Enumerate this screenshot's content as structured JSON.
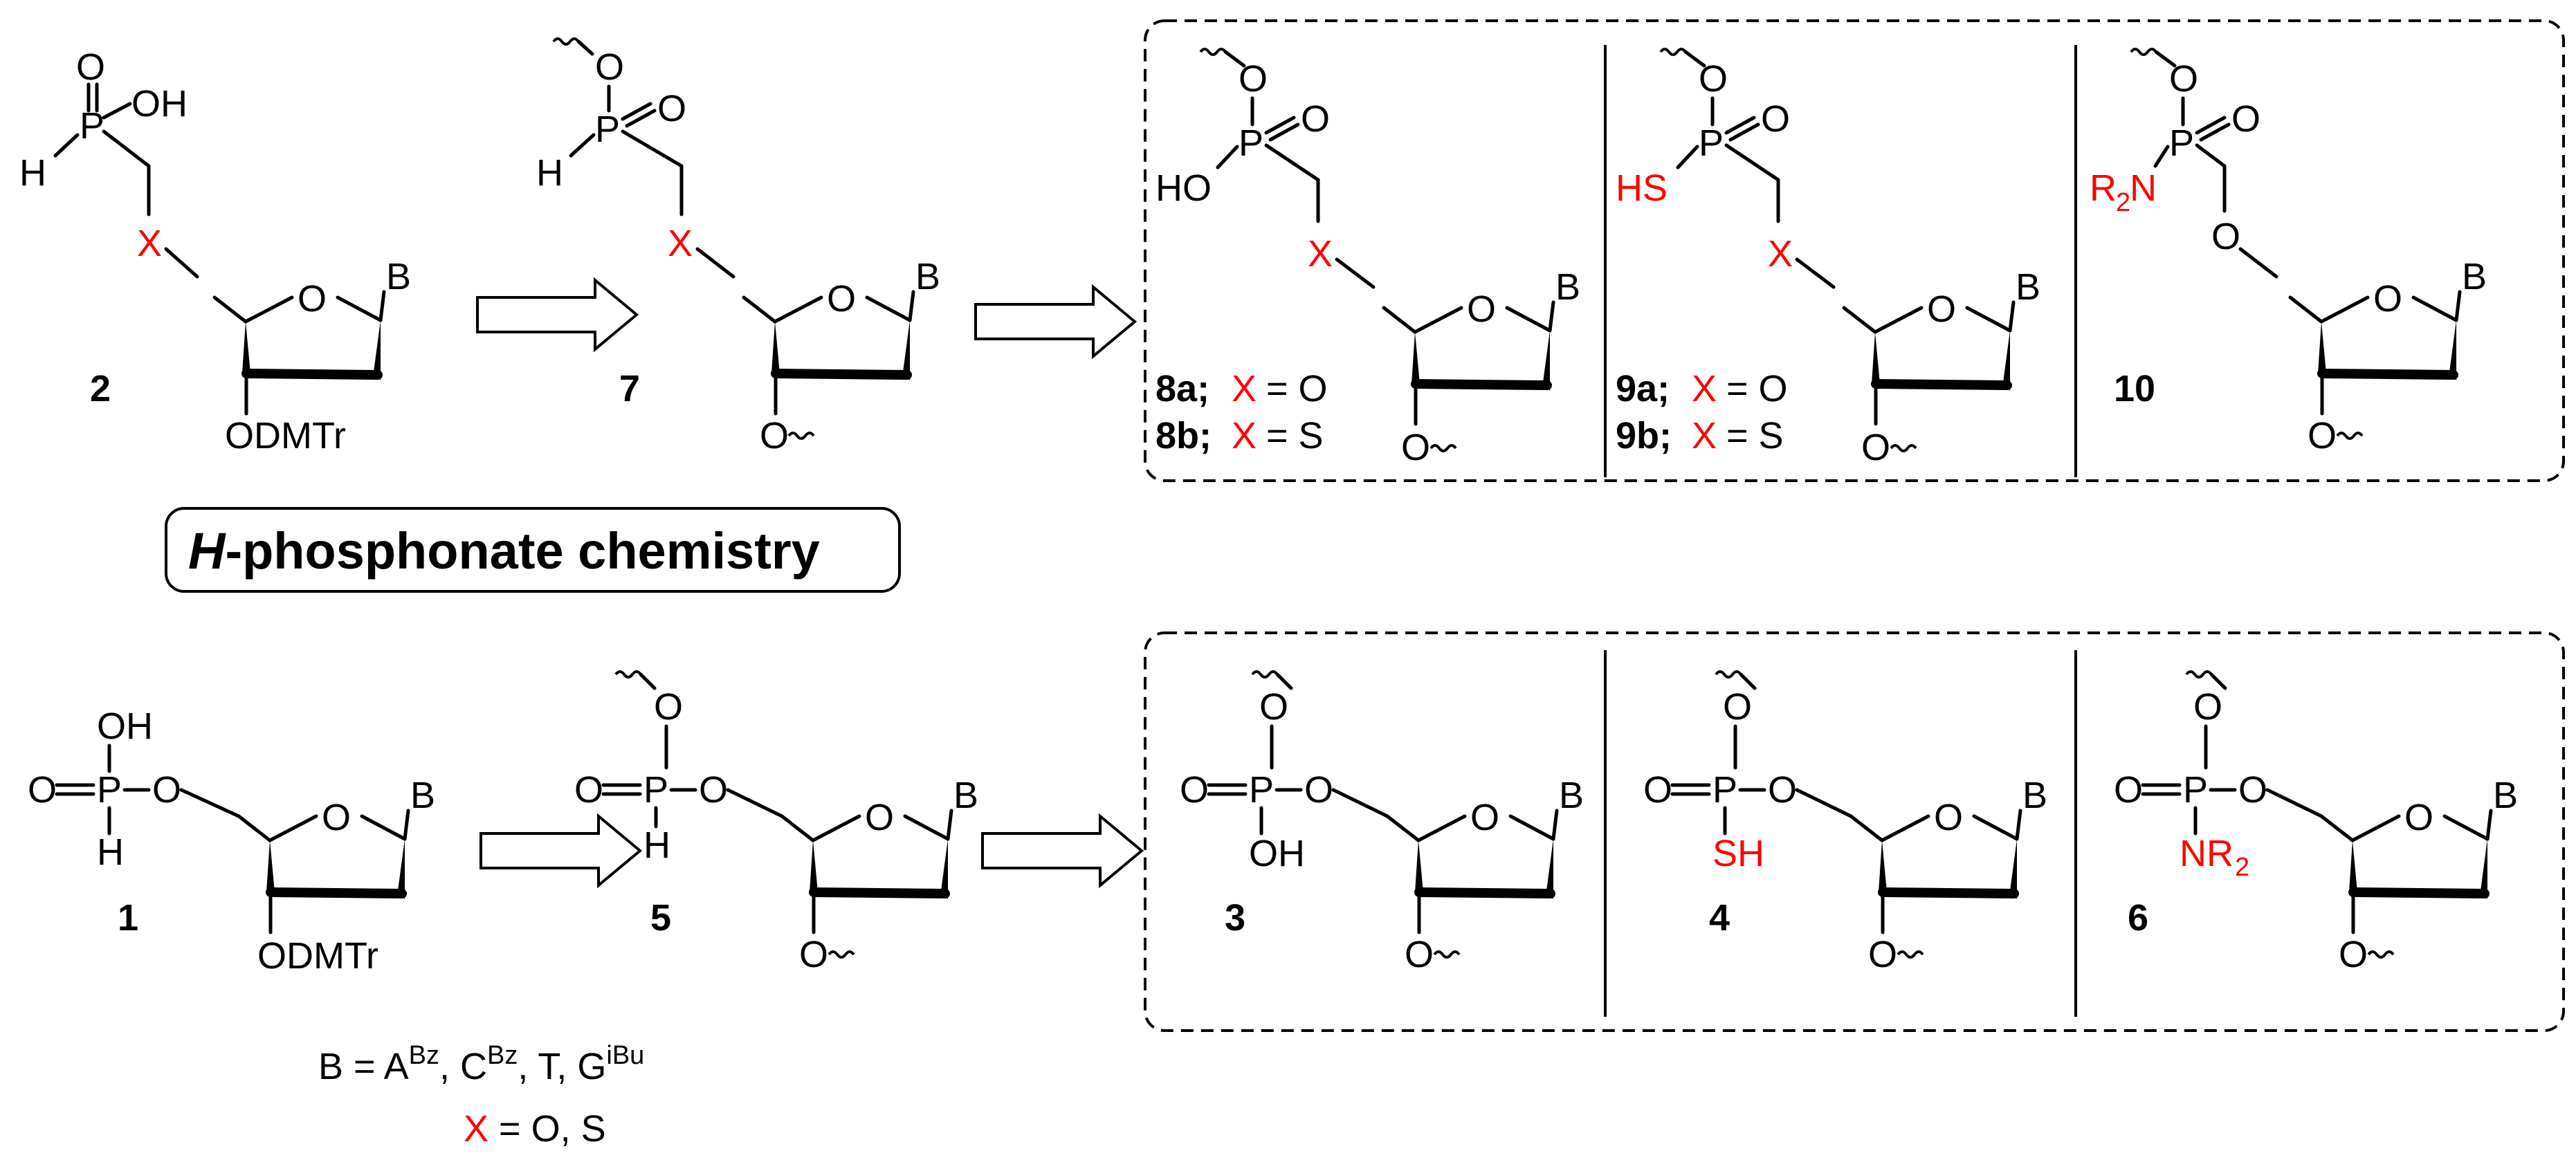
{
  "compounds": {
    "c2": "2",
    "c7": "7",
    "c8a": "8a;",
    "c8b": "8b;",
    "c9a": "9a;",
    "c9b": "9b;",
    "c10": "10",
    "c1": "1",
    "c5": "5",
    "c3": "3",
    "c4": "4",
    "c6": "6"
  },
  "atoms": {
    "O": "O",
    "OH": "OH",
    "HO": "HO",
    "H": "H",
    "P": "P",
    "B": "B",
    "X": "X",
    "ODMTr": "ODMTr",
    "HS": "HS",
    "SH": "SH",
    "R": "R",
    "N": "N",
    "NR": "NR",
    "sub2": "2"
  },
  "equals": {
    "xo": "= O",
    "xs": "= S"
  },
  "banner": {
    "italic": "H",
    "rest": "-phosphonate chemistry"
  },
  "footnote": {
    "b_prefix": "B = A",
    "a_sup": "Bz",
    "c_text": ", C",
    "c_sup": "Bz",
    "t_text": ", T,  G",
    "g_sup": "iBu",
    "x_label": "X",
    "x_rest": " = O, S"
  },
  "colors": {
    "highlight": "#ff0000",
    "ink": "#000000"
  }
}
